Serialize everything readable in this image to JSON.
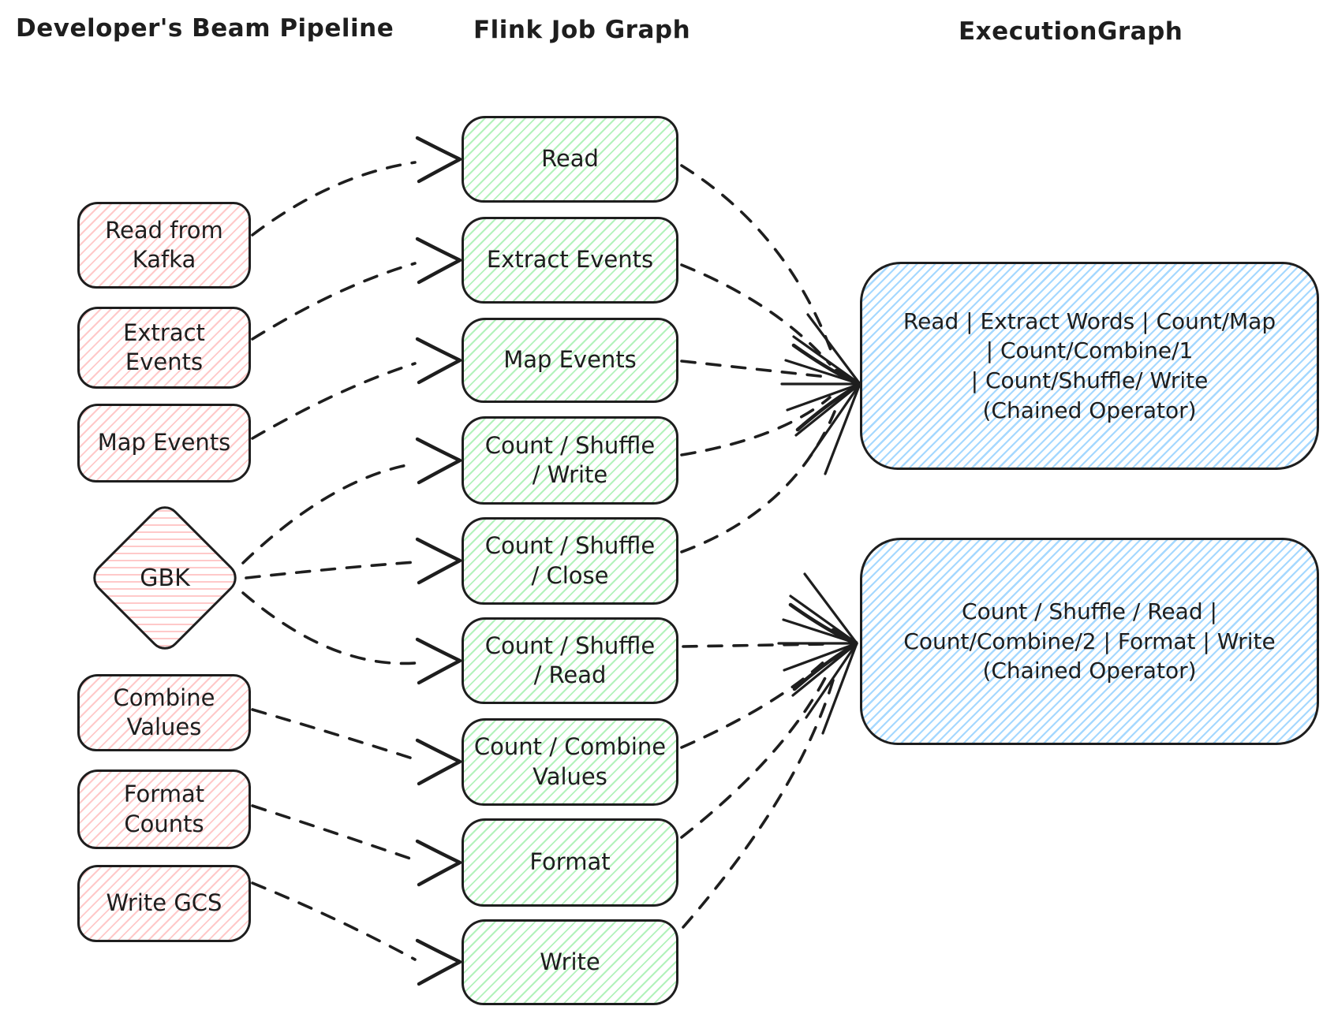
{
  "colors": {
    "stroke": "#1e1e1e",
    "beam_fill": "#ffc9c9",
    "flink_fill": "#b2f2bb",
    "execution_fill": "#a5d8ff",
    "background": "#ffffff"
  },
  "columns": {
    "beam": {
      "title": "Developer's Beam Pipeline",
      "nodes": [
        "Read from\nKafka",
        "Extract\nEvents",
        "Map Events",
        "GBK",
        "Combine\nValues",
        "Format\nCounts",
        "Write GCS"
      ]
    },
    "flink": {
      "title": "Flink Job Graph",
      "nodes": [
        "Read",
        "Extract Events",
        "Map Events",
        "Count / Shuffle\n/ Write",
        "Count / Shuffle\n/ Close",
        "Count / Shuffle\n/ Read",
        "Count / Combine\nValues",
        "Format",
        "Write"
      ]
    },
    "execution": {
      "title": "ExecutionGraph",
      "nodes": [
        "Read | Extract Words | Count/Map\n| Count/Combine/1\n| Count/Shuffle/ Write\n(Chained Operator)",
        "Count / Shuffle / Read |\nCount/Combine/2 | Format | Write\n(Chained Operator)"
      ]
    }
  },
  "edges": {
    "beam_to_flink": [
      {
        "from": "Read from Kafka",
        "to": "Read"
      },
      {
        "from": "Extract Events",
        "to": "Extract Events"
      },
      {
        "from": "Map Events",
        "to": "Map Events"
      },
      {
        "from": "GBK",
        "to": "Count / Shuffle / Write"
      },
      {
        "from": "GBK",
        "to": "Count / Shuffle / Close"
      },
      {
        "from": "GBK",
        "to": "Count / Shuffle / Read"
      },
      {
        "from": "Combine Values",
        "to": "Count / Combine Values"
      },
      {
        "from": "Format Counts",
        "to": "Format"
      },
      {
        "from": "Write GCS",
        "to": "Write"
      }
    ],
    "flink_to_chained_operator_1": [
      "Read",
      "Extract Events",
      "Map Events",
      "Count / Shuffle / Write",
      "Count / Shuffle / Close"
    ],
    "flink_to_chained_operator_2": [
      "Count / Shuffle / Read",
      "Count / Combine Values",
      "Format",
      "Write"
    ]
  }
}
